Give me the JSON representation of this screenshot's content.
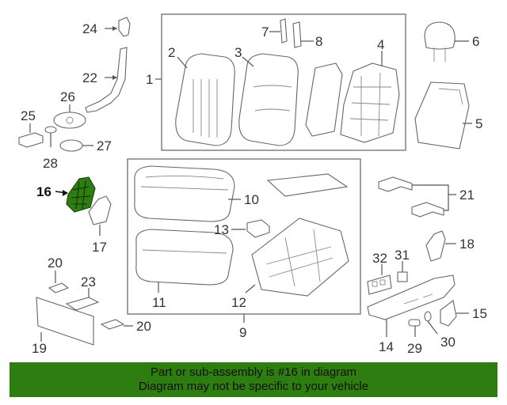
{
  "diagram": {
    "highlight_color": "#2e7d10",
    "highlighted_part": "16",
    "callouts": {
      "c1": "1",
      "c2": "2",
      "c3": "3",
      "c4": "4",
      "c5": "5",
      "c6": "6",
      "c7": "7",
      "c8": "8",
      "c9": "9",
      "c10": "10",
      "c11": "11",
      "c12": "12",
      "c13": "13",
      "c14": "14",
      "c15": "15",
      "c16": "16",
      "c17": "17",
      "c18": "18",
      "c19": "19",
      "c20a": "20",
      "c20b": "20",
      "c21": "21",
      "c22": "22",
      "c23": "23",
      "c24": "24",
      "c25": "25",
      "c26": "26",
      "c27": "27",
      "c28": "28",
      "c29": "29",
      "c30": "30",
      "c31": "31",
      "c32": "32"
    }
  },
  "banner": {
    "line1": "Part or sub-assembly is #16 in diagram",
    "line2": "Diagram may not be specific to your vehicle",
    "background": "#2e7d10"
  }
}
